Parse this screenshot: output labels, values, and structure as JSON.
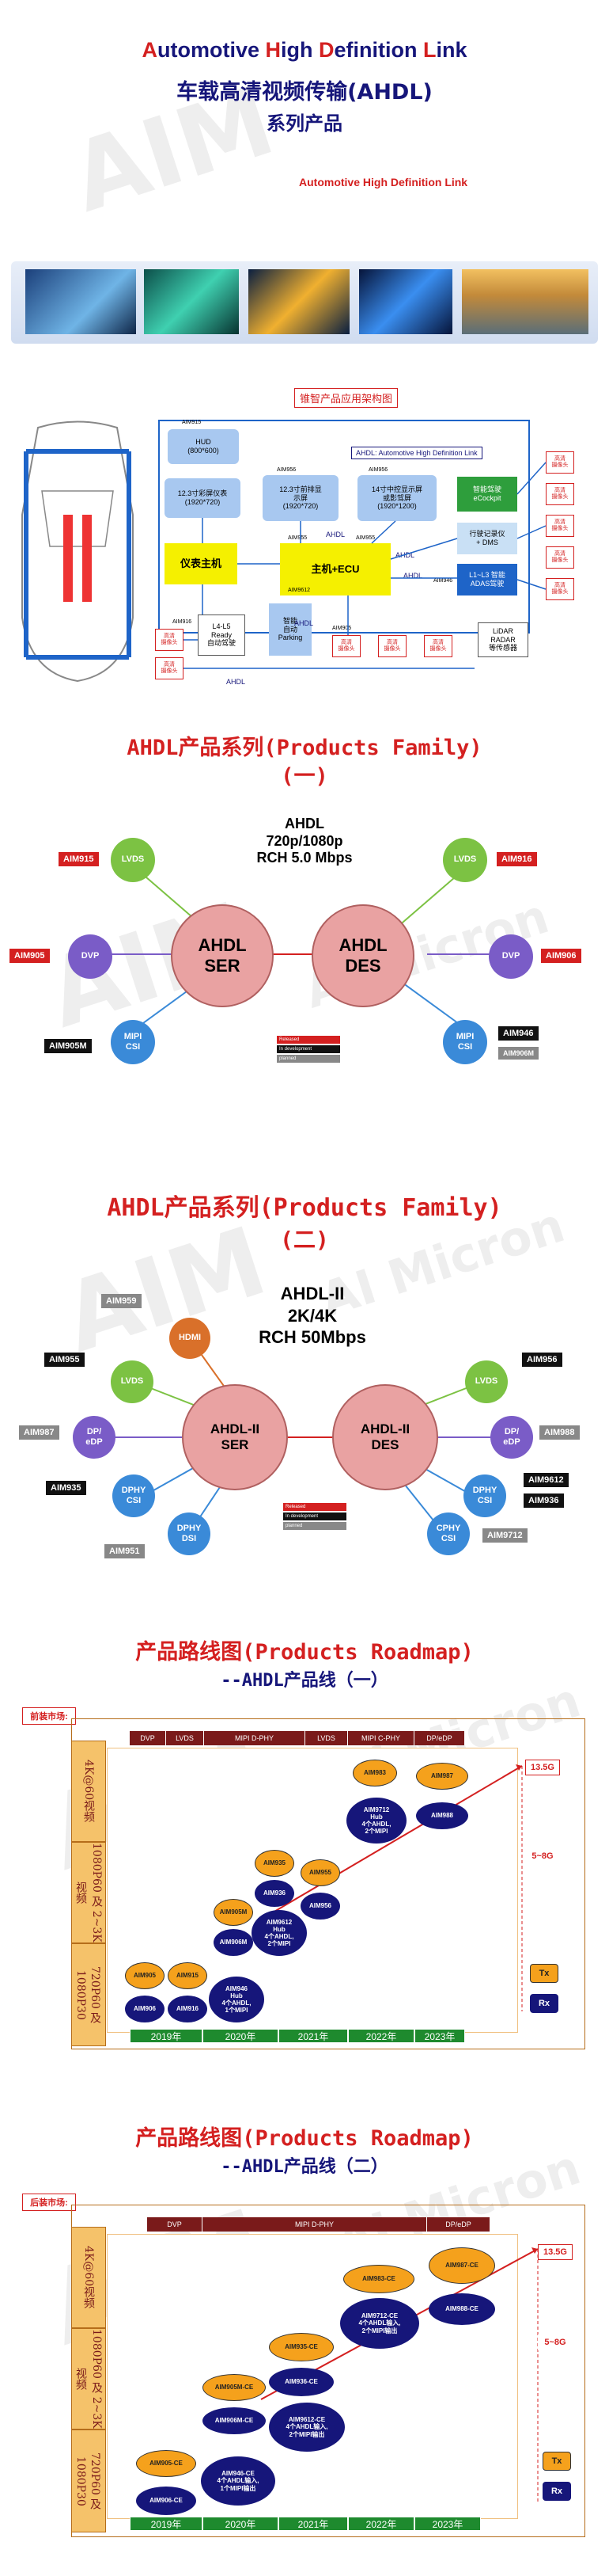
{
  "header": {
    "title_parts": [
      "A",
      "utomotive ",
      "H",
      "igh ",
      "D",
      "efinition ",
      "L",
      "ink"
    ],
    "subtitle_cn": "车载高清视频传输(AHDL)",
    "subtitle_cn2": "系列产品",
    "tagline": "Automotive High Definition Link"
  },
  "watermark": {
    "logo": "AIM",
    "text": "AI Micron"
  },
  "colors": {
    "red": "#d42020",
    "navy": "#16167a",
    "orange": "#f5a11c",
    "green": "#1e8a2e",
    "pink": "#e9a2a2"
  },
  "architecture": {
    "title": "锥智产品应用架构图",
    "legend": "AHDL: Automotive High Definition Link",
    "hud": "HUD\n(800*600)",
    "cluster_screen": "12.3寸彩屏仪表\n(1920*720)",
    "entertainment_screen": "12.3寸前排显\n示屏\n(1920*720)",
    "center_screen": "14寸中控显示屏\n或影驾屏\n(1920*1200)",
    "cluster_host": "仪表主机",
    "main_host": "主机+ECU",
    "cockpit": "智能驾驶\neCockpit",
    "dms": "行驶记录仪\n+ DMS",
    "adas": "L1~L3 智能\nADAS驾驶",
    "parking_ready": "L4-L5\nReady\n自动驾驶",
    "parking": "智能\n自动\nParking",
    "lidar": "LiDAR\nRADAR\n等传感器",
    "camera": "高清\n摄像头",
    "chips": {
      "aim915": "AIM915",
      "aim956": "AIM956",
      "aim955": "AIM955",
      "aim9612": "AIM9612",
      "aim905": "AIM905",
      "aim916": "AIM916",
      "aim946": "AIM946"
    },
    "ahdl": "AHDL"
  },
  "family1": {
    "title": "AHDL产品系列(Products Family)",
    "subtitle": "(一)",
    "spec1": "AHDL",
    "spec2": "720p/1080p",
    "spec3": "RCH 5.0 Mbps",
    "ser": "AHDL\nSER",
    "des": "AHDL\nDES",
    "lvds_l": "LVDS",
    "dvp_l": "DVP",
    "mipi_l": "MIPI\nCSI",
    "lvds_r": "LVDS",
    "dvp_r": "DVP",
    "mipi_r": "MIPI\nCSI",
    "tags": {
      "aim915": "AIM915",
      "aim905": "AIM905",
      "aim905m": "AIM905M",
      "aim916": "AIM916",
      "aim906": "AIM906",
      "aim946": "AIM946",
      "aim906m": "AIM906M"
    },
    "legend": [
      "Released",
      "In development",
      "planned"
    ]
  },
  "family2": {
    "title": "AHDL产品系列(Products Family)",
    "subtitle": "(二)",
    "spec1": "AHDL-II",
    "spec2": "2K/4K",
    "spec3": "RCH 50Mbps",
    "ser": "AHDL-II\nSER",
    "des": "AHDL-II\nDES",
    "hdmi": "HDMI",
    "lvds_l": "LVDS",
    "dp_l": "DP/\neDP",
    "dphy_l": "DPHY\nCSI",
    "dphy_dsi": "DPHY\nDSI",
    "lvds_r": "LVDS",
    "dp_r": "DP/\neDP",
    "dphy_r": "DPHY\nCSI",
    "cphy_r": "CPHY\nCSI",
    "tags": {
      "aim959": "AIM959",
      "aim955": "AIM955",
      "aim987": "AIM987",
      "aim935": "AIM935",
      "aim951": "AIM951",
      "aim956": "AIM956",
      "aim988": "AIM988",
      "aim9612": "AIM9612",
      "aim936": "AIM936",
      "aim9712": "AIM9712"
    },
    "legend": [
      "Released",
      "In development",
      "planned"
    ]
  },
  "roadmap1": {
    "title": "产品路线图(Products Roadmap)",
    "subtitle": "--AHDL产品线（一）",
    "market": "前装市场:",
    "headers": [
      "DVP",
      "LVDS",
      "MIPI D-PHY",
      "LVDS",
      "MIPI C-PHY",
      "DP/eDP"
    ],
    "rows": [
      "4K@60视频",
      "1080P60 及\n2~3K视频",
      "720P60 及\n1080P30"
    ],
    "years": [
      "2019年",
      "2020年",
      "2021年",
      "2022年",
      "2023年"
    ],
    "chips": {
      "aim905": "AIM905",
      "aim915": "AIM915",
      "aim906": "AIM906",
      "aim916": "AIM916",
      "aim946": "AIM946\nHub\n4个AHDL,\n1个MIPI",
      "aim905m": "AIM905M",
      "aim906m": "AIM906M",
      "aim935": "AIM935",
      "aim936": "AIM936",
      "aim9612": "AIM9612\nHub\n4个AHDL,\n2个MIPI",
      "aim955": "AIM955",
      "aim956": "AIM956",
      "aim983": "AIM983",
      "aim9712": "AIM9712\nHub\n4个AHDL,\n2个MIPI",
      "aim987": "AIM987",
      "aim988": "AIM988"
    },
    "speed_high": "13.5G",
    "speed_mid": "5~8G",
    "legend_tx": "Tx",
    "legend_rx": "Rx"
  },
  "roadmap2": {
    "title": "产品路线图(Products Roadmap)",
    "subtitle": "--AHDL产品线（二）",
    "market": "后装市场:",
    "headers": [
      "DVP",
      "MIPI D-PHY",
      "DP/eDP"
    ],
    "rows": [
      "4K@60视频",
      "1080P60 及\n2~3K视频",
      "720P60 及\n1080P30"
    ],
    "years": [
      "2019年",
      "2020年",
      "2021年",
      "2022年",
      "2023年"
    ],
    "chips": {
      "aim905ce": "AIM905-CE",
      "aim906ce": "AIM906-CE",
      "aim946ce": "AIM946-CE\n4个AHDL输入,\n1个MIPI输出",
      "aim905mce": "AIM905M-CE",
      "aim906mce": "AIM906M-CE",
      "aim935ce": "AIM935-CE",
      "aim936ce": "AIM936-CE",
      "aim9612ce": "AIM9612-CE\n4个AHDL输入,\n2个MIPI输出",
      "aim983ce": "AIM983-CE",
      "aim9712ce": "AIM9712-CE\n4个AHDL输入,\n2个MIPI输出",
      "aim987ce": "AIM987-CE",
      "aim988ce": "AIM988-CE"
    },
    "speed_high": "13.5G",
    "speed_mid": "5~8G",
    "legend_tx": "Tx",
    "legend_rx": "Rx"
  }
}
